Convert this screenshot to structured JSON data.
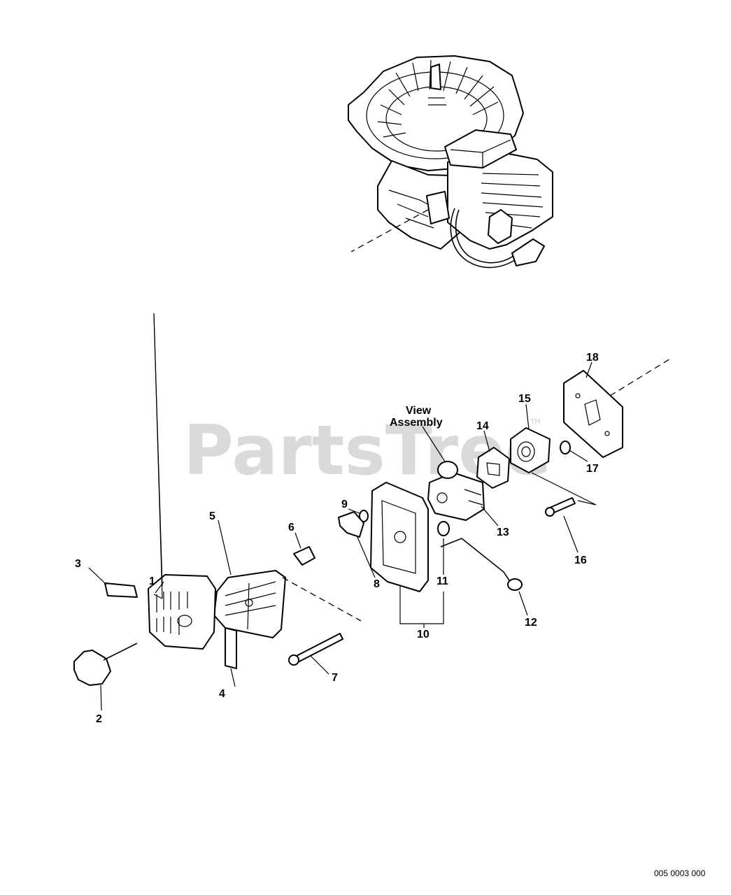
{
  "watermark": {
    "text": "PartsTree",
    "trademark": "TM"
  },
  "view_assembly_label": {
    "line1": "View",
    "line2": "Assembly"
  },
  "diagram_code": "005 0003 000",
  "callouts": [
    {
      "id": "1",
      "label": "1"
    },
    {
      "id": "2",
      "label": "2"
    },
    {
      "id": "3",
      "label": "3"
    },
    {
      "id": "4",
      "label": "4"
    },
    {
      "id": "5",
      "label": "5"
    },
    {
      "id": "6",
      "label": "6"
    },
    {
      "id": "7",
      "label": "7"
    },
    {
      "id": "8",
      "label": "8"
    },
    {
      "id": "9",
      "label": "9"
    },
    {
      "id": "10",
      "label": "10"
    },
    {
      "id": "11",
      "label": "11"
    },
    {
      "id": "12",
      "label": "12"
    },
    {
      "id": "13",
      "label": "13"
    },
    {
      "id": "14",
      "label": "14"
    },
    {
      "id": "15",
      "label": "15"
    },
    {
      "id": "16",
      "label": "16"
    },
    {
      "id": "17",
      "label": "17"
    },
    {
      "id": "18",
      "label": "18"
    }
  ]
}
